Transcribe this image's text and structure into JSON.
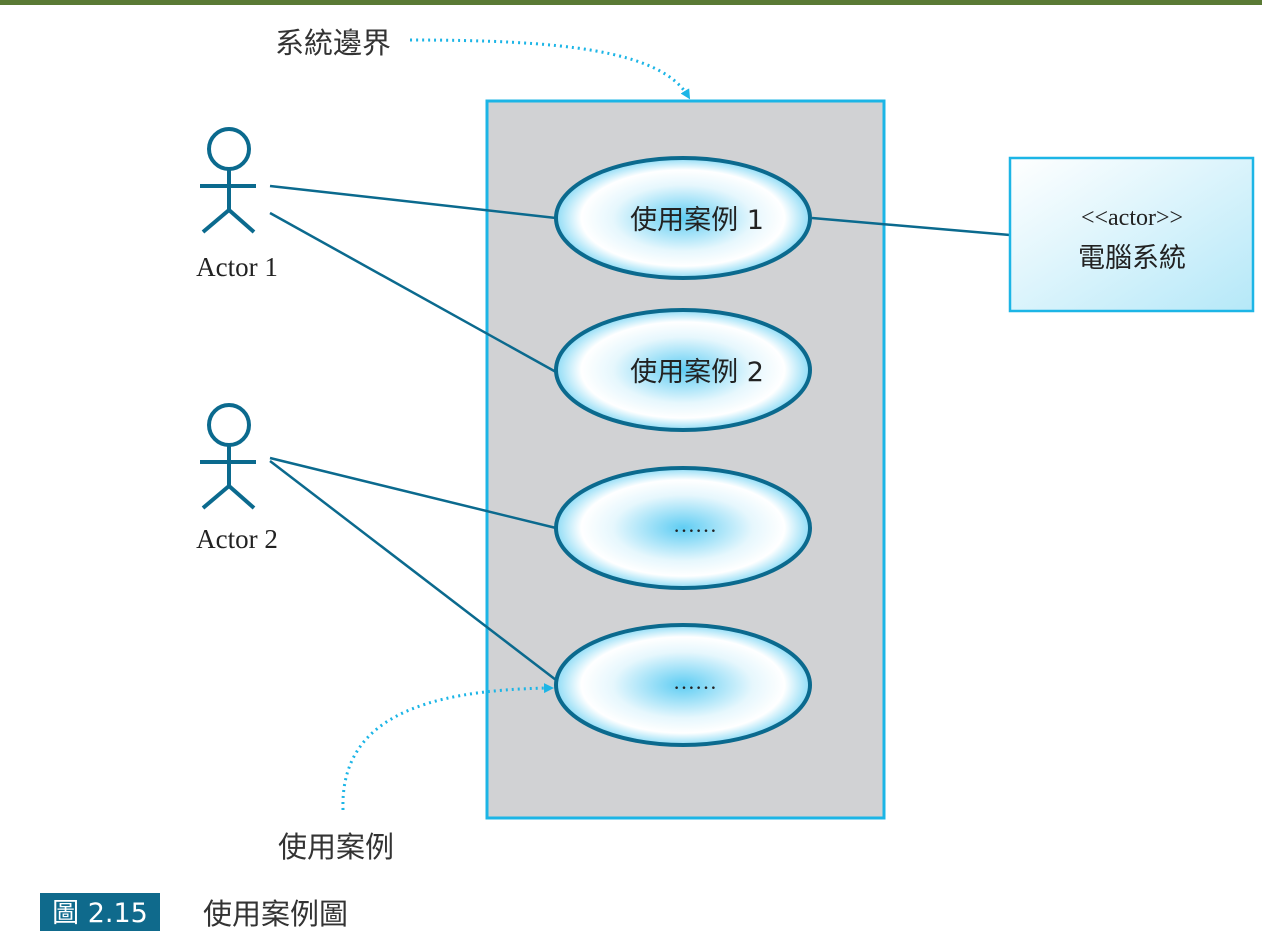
{
  "top_bar_color": "#5a7a35",
  "boundary_label": "系統邊界",
  "use_case_label": "使用案例",
  "actors": [
    {
      "label": "Actor 1"
    },
    {
      "label": "Actor 2"
    }
  ],
  "use_cases": [
    {
      "label": "使用案例 1"
    },
    {
      "label": "使用案例 2"
    },
    {
      "label": "……"
    },
    {
      "label": "……"
    }
  ],
  "external_system": {
    "stereotype": "<<actor>>",
    "name": "電腦系統"
  },
  "caption": {
    "number": "圖 2.15",
    "title": "使用案例圖"
  },
  "colors": {
    "line": "#0b6a8e",
    "boundary": "#1cb5e6",
    "boundary_fill": "#d1d2d4",
    "caption_bg": "#0f6a8c"
  }
}
